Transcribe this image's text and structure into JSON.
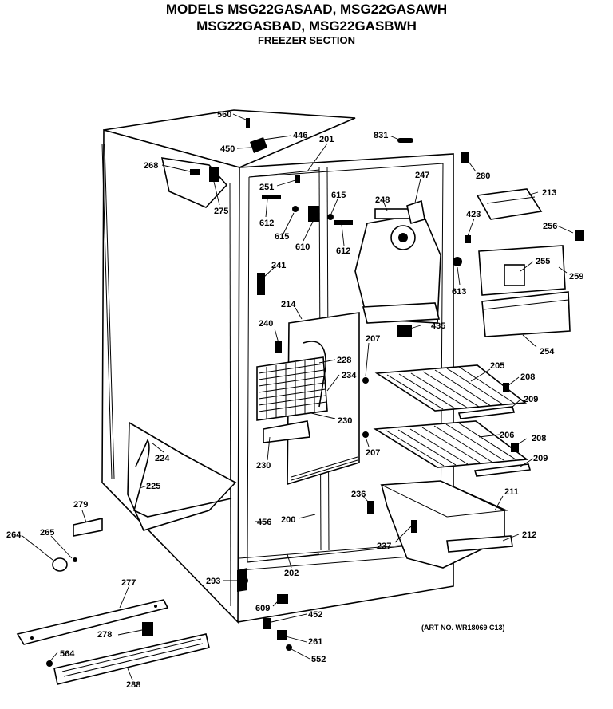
{
  "header": {
    "line1": "MODELS MSG22GASAAD, MSG22GASAWH",
    "line2": "MSG22GASBAD, MSG22GASBWH",
    "line3": "FREEZER SECTION"
  },
  "art_number": "(ART NO. WR18069 C13)",
  "parts": [
    {
      "id": "p560",
      "label": "560"
    },
    {
      "id": "p446",
      "label": "446"
    },
    {
      "id": "p450",
      "label": "450"
    },
    {
      "id": "p201",
      "label": "201"
    },
    {
      "id": "p831",
      "label": "831"
    },
    {
      "id": "p268",
      "label": "268"
    },
    {
      "id": "p275",
      "label": "275"
    },
    {
      "id": "p251",
      "label": "251"
    },
    {
      "id": "p612a",
      "label": "612"
    },
    {
      "id": "p615a",
      "label": "615"
    },
    {
      "id": "p615b",
      "label": "615"
    },
    {
      "id": "p610",
      "label": "610"
    },
    {
      "id": "p612b",
      "label": "612"
    },
    {
      "id": "p248",
      "label": "248"
    },
    {
      "id": "p247",
      "label": "247"
    },
    {
      "id": "p280",
      "label": "280"
    },
    {
      "id": "p213",
      "label": "213"
    },
    {
      "id": "p423",
      "label": "423"
    },
    {
      "id": "p256",
      "label": "256"
    },
    {
      "id": "p255",
      "label": "255"
    },
    {
      "id": "p259",
      "label": "259"
    },
    {
      "id": "p613",
      "label": "613"
    },
    {
      "id": "p241",
      "label": "241"
    },
    {
      "id": "p214",
      "label": "214"
    },
    {
      "id": "p435",
      "label": "435"
    },
    {
      "id": "p254",
      "label": "254"
    },
    {
      "id": "p240",
      "label": "240"
    },
    {
      "id": "p228",
      "label": "228"
    },
    {
      "id": "p207a",
      "label": "207"
    },
    {
      "id": "p205",
      "label": "205"
    },
    {
      "id": "p208a",
      "label": "208"
    },
    {
      "id": "p234",
      "label": "234"
    },
    {
      "id": "p209a",
      "label": "209"
    },
    {
      "id": "p230a",
      "label": "230"
    },
    {
      "id": "p224",
      "label": "224"
    },
    {
      "id": "p206",
      "label": "206"
    },
    {
      "id": "p208b",
      "label": "208"
    },
    {
      "id": "p230b",
      "label": "230"
    },
    {
      "id": "p207b",
      "label": "207"
    },
    {
      "id": "p209b",
      "label": "209"
    },
    {
      "id": "p225",
      "label": "225"
    },
    {
      "id": "p211",
      "label": "211"
    },
    {
      "id": "p279",
      "label": "279"
    },
    {
      "id": "p236",
      "label": "236"
    },
    {
      "id": "p456",
      "label": "456"
    },
    {
      "id": "p200",
      "label": "200"
    },
    {
      "id": "p212",
      "label": "212"
    },
    {
      "id": "p264",
      "label": "264"
    },
    {
      "id": "p265",
      "label": "265"
    },
    {
      "id": "p237",
      "label": "237"
    },
    {
      "id": "p202",
      "label": "202"
    },
    {
      "id": "p293",
      "label": "293"
    },
    {
      "id": "p277",
      "label": "277"
    },
    {
      "id": "p609",
      "label": "609"
    },
    {
      "id": "p452",
      "label": "452"
    },
    {
      "id": "p278",
      "label": "278"
    },
    {
      "id": "p261",
      "label": "261"
    },
    {
      "id": "p564",
      "label": "564"
    },
    {
      "id": "p552",
      "label": "552"
    },
    {
      "id": "p288",
      "label": "288"
    }
  ]
}
